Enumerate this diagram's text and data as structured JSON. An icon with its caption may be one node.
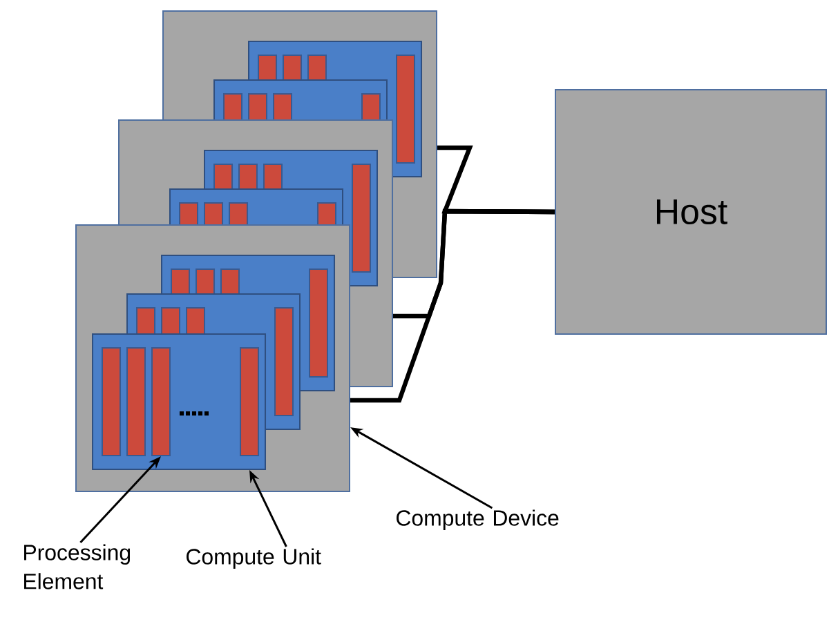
{
  "diagram": {
    "nodes": [
      {
        "text": [],
        "shape": "box"
      },
      {
        "text": [],
        "shape": "box"
      },
      {
        "text": [],
        "shape": "box"
      },
      {
        "text": [],
        "shape": "box",
        "in": 2
      },
      {
        "text": [],
        "shape": "bar",
        "in": 3
      },
      {
        "text": [],
        "shape": "bar",
        "in": 3
      },
      {
        "text": [],
        "shape": "bar",
        "in": 3
      },
      {
        "text": [],
        "shape": "bar",
        "in": 3
      },
      {
        "text": [
          "Host"
        ]
      },
      {
        "text": [
          "Processing Element"
        ]
      },
      {
        "text": [
          "Compute Unit"
        ]
      },
      {
        "text": [
          "Compute Device"
        ]
      }
    ],
    "edges": [
      {
        "from": 8,
        "to": 0,
        "arrow": "none",
        "style": "thick"
      },
      {
        "from": 8,
        "to": 1,
        "arrow": "none",
        "style": "thick"
      },
      {
        "from": 8,
        "to": 2,
        "arrow": "none",
        "style": "thick"
      },
      {
        "from": 9,
        "to": 6,
        "arrow": "to"
      },
      {
        "from": 10,
        "to": 3,
        "arrow": "to"
      },
      {
        "from": 11,
        "to": 2,
        "arrow": "to"
      }
    ]
  }
}
